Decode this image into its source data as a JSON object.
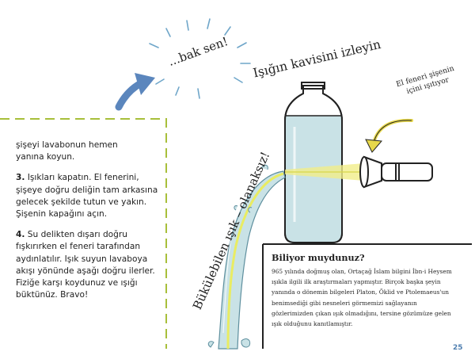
{
  "speech": {
    "exclaim": "...bak sen!"
  },
  "labels": {
    "title": "Işığın kavisini izleyin",
    "fener_note": "El feneri şişenin içini ışıtıyor",
    "bukulebilen": "Bükülebilen ışık – olanaksız!"
  },
  "steps": {
    "intro_line1": "şişeyi lavabonun hemen",
    "intro_line2": "yanına koyun.",
    "step3_num": "3.",
    "step3_text": "Işıkları kapatın. El fenerini, şişeye doğru deliğin tam arkasına gelecek şekilde tutun ve yakın. Şişenin kapağını açın.",
    "step4_num": "4.",
    "step4_text": "Su delikten dışarı doğru fışkırırken el feneri tarafından aydınlatılır. Işık suyun lavaboya akışı yönünde aşağı doğru ilerler. Fiziğe karşı koydunuz ve ışığı büktünüz. Bravo!"
  },
  "info": {
    "title": "Biliyor muydunuz?",
    "body": "965 yılında doğmuş olan, Ortaçağ İslam bilgini İbn-i Heysem ışıkla ilgili ilk araştırmaları yapmıştır. Birçok başka şeyin yanında o dönemin bilgeleri Platon, Öklid ve Ptolemaeus'un benimsediği gibi nesneleri görmemizi sağlayanın gözlerimizden çıkan ışık olmadığını, tersine gözümüze gelen ışık olduğunu kanıtlamıştır."
  },
  "page": {
    "number": "25"
  },
  "colors": {
    "arrow_blue": "#5b86bd",
    "dash_green": "#a8bf3a",
    "water_blue": "#c9e2e6",
    "light_yellow": "#f1ee8a",
    "page_number_blue": "#4f7fb0",
    "ink": "#222222"
  }
}
